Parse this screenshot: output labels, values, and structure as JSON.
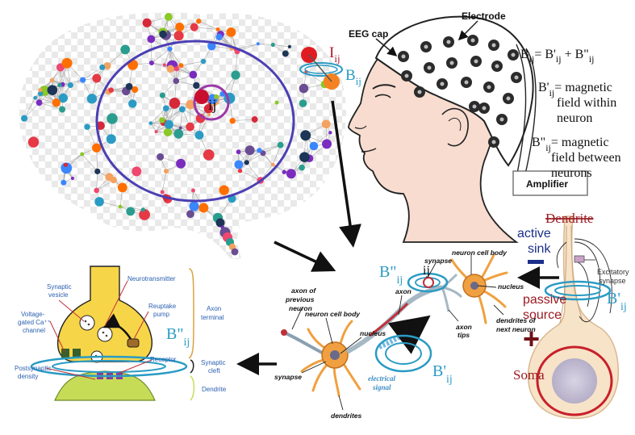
{
  "brain_network": {
    "node_label": "ij",
    "current_label": "I",
    "current_sub": "ij",
    "field_label": "B",
    "field_sub": "ij"
  },
  "eeg": {
    "cap_label": "EEG cap",
    "electrode_label": "Electrode",
    "amplifier_label": "Amplifier"
  },
  "equations": {
    "main_lhs": "B",
    "main_lhs_sub": "ij",
    "main_eq": "= B'",
    "main_mid_sub": "ij",
    "main_plus": " + B\"",
    "main_rhs_sub": "ij",
    "within_sym": "B'",
    "within_sub": "ij",
    "within_text_1": "= magnetic",
    "within_text_2": "field within",
    "within_text_3": "neuron",
    "between_sym": "B\"",
    "between_sub": "ij",
    "between_text_1": "= magnetic",
    "between_text_2": "field between",
    "between_text_3": "neurons"
  },
  "neuron_diagram": {
    "synapse_top": "synapse",
    "node_label": "ij",
    "neuron_cell_body_top": "neuron cell body",
    "nucleus_top": "nucleus",
    "axon_prev_1": "axon of",
    "axon_prev_2": "previous",
    "axon_prev_3": "neuron",
    "neuron_cell_body_left": "neuron cell body",
    "axon": "axon",
    "nucleus_left": "nucleus",
    "axon_tips_1": "axon",
    "axon_tips_2": "tips",
    "dendrites_next_1": "dendrites of",
    "dendrites_next_2": "next neuron",
    "synapse_bottom": "synapse",
    "electrical_1": "electrical",
    "electrical_2": "signal",
    "dendrites": "dendrites",
    "b_double_sym": "B\"",
    "b_double_sub": "ij",
    "b_single_sym": "B'",
    "b_single_sub": "ij"
  },
  "dendrite_panel": {
    "dendrite": "Dendrite",
    "active_1": "active",
    "active_2": "sink",
    "minus": "—",
    "passive_1": "passive",
    "passive_2": "source",
    "plus": "+",
    "soma": "Soma",
    "excitatory_1": "Excitatory",
    "excitatory_2": "synapse",
    "b_sym": "B'",
    "b_sub": "ij"
  },
  "synapse_panel": {
    "neurotransmitter": "Neurotransmitter",
    "synaptic_vesicle_1": "Synaptic",
    "synaptic_vesicle_2": "vesicle",
    "reuptake_1": "Reuptake",
    "reuptake_2": "pump",
    "axon_terminal_1": "Axon",
    "axon_terminal_2": "terminal",
    "voltage_1": "Voltage-",
    "voltage_2": "gated Ca⁺⁺",
    "voltage_3": "channel",
    "receptor": "Receptor",
    "synaptic_cleft_1": "Synaptic",
    "synaptic_cleft_2": "cleft",
    "postsynaptic_1": "Postsynaptic",
    "postsynaptic_2": "density",
    "dendrite": "Dendrite",
    "b_sym": "B\"",
    "b_sub": "ij"
  },
  "colors": {
    "field_cyan": "#2a9bc4",
    "brain_ring": "#4b3fb3",
    "node_ring": "#9a3aa8",
    "current_red": "#b0182a",
    "neuron_orange": "#f0a040",
    "soma_red": "#c8202a",
    "terminal_yellow": "#f7d548",
    "dendrite_green": "#c7dc56",
    "arrow": "#111111"
  }
}
